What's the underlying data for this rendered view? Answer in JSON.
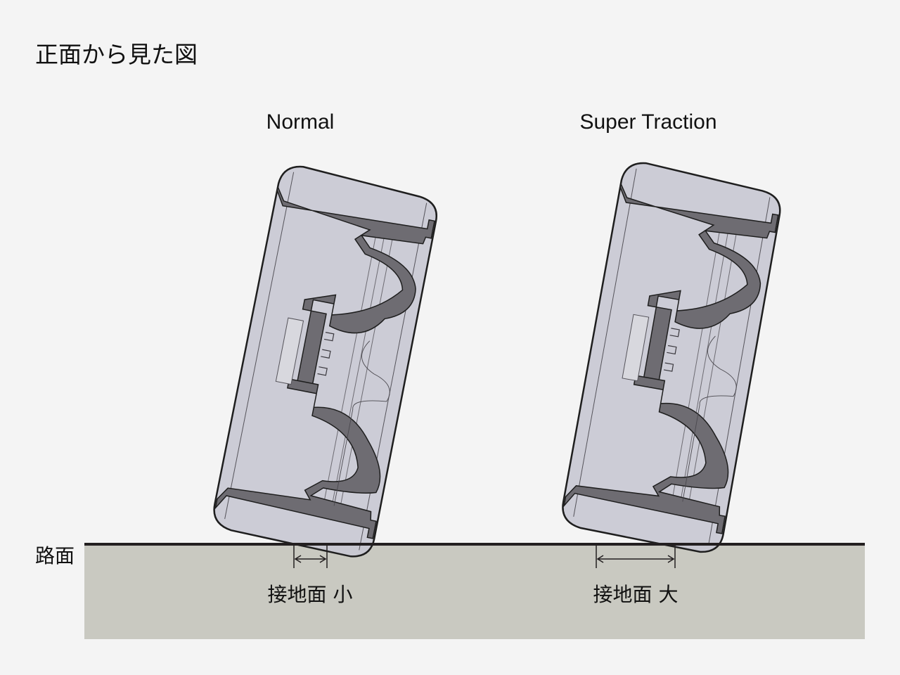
{
  "title": "正面から見た図",
  "tires": [
    {
      "label": "Normal",
      "contact_label": "接地面 小"
    },
    {
      "label": "Super Traction",
      "contact_label": "接地面 大"
    }
  ],
  "road_label": "路面",
  "colors": {
    "background": "#f4f4f4",
    "ground": "#c9c9c1",
    "road_line": "#231f20",
    "tire_body": "#c8c8d2",
    "wheel": "#6e6c72",
    "outline": "#1e1e1e"
  }
}
